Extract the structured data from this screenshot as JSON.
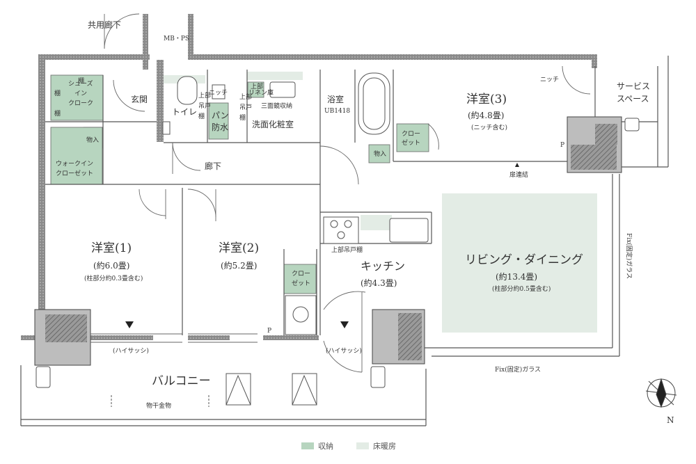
{
  "rooms": {
    "corridor_shared": "共用廊下",
    "mbps": "MB・PS",
    "genkan": "玄関",
    "shoes_cloak_1": "シューズ",
    "shoes_cloak_2": "イン",
    "shoes_cloak_3": "クローク",
    "tana_a": "棚",
    "tana_b": "棚",
    "tana_c": "棚",
    "monoire_1": "物入",
    "walkin_1": "ウォークイン",
    "walkin_2": "クローゼット",
    "toilet": "トイレ",
    "toilet_cab_1": "上部",
    "toilet_cab_2": "吊戸",
    "toilet_cab_3": "棚",
    "niche_wash": "ニッチ",
    "linen_1": "上部",
    "linen_2": "リネン庫",
    "pan_1": "パン",
    "pan_2": "防水",
    "wash_cab_1": "上部",
    "wash_cab_2": "吊戸",
    "wash_cab_3": "棚",
    "mirror_storage": "三面鏡収納",
    "washroom": "洗面化粧室",
    "bath": "浴室",
    "bath_unit": "UB1418",
    "rouka": "廊下",
    "monoire_2": "物入",
    "closet_3_a": "クロー",
    "closet_3_b": "ゼット",
    "room3_name": "洋室(3)",
    "room3_size": "(約4.8畳)",
    "room3_note": "(ニッチ含む)",
    "niche_room3": "ニッチ",
    "service_1": "サービス",
    "service_2": "スペース",
    "p_mark_1": "P",
    "p_mark_2": "P",
    "door_link": "扉連結",
    "room1_name": "洋室(1)",
    "room1_size": "(約6.0畳)",
    "room1_note": "(柱部分約0.3畳含む)",
    "room2_name": "洋室(2)",
    "room2_size": "(約5.2畳)",
    "closet_2_a": "クロー",
    "closet_2_b": "ゼット",
    "kitchen_cab": "上部吊戸棚",
    "kitchen_name": "キッチン",
    "kitchen_size": "(約4.3畳)",
    "living_name": "リビング・ダイニング",
    "living_size": "(約13.4畳)",
    "living_note": "(柱部分約0.5畳含む)",
    "fix_glass_v": "Fix(固定)ガラス",
    "fix_glass_h": "Fix(固定)ガラス",
    "high_sash_1": "(ハイサッシ)",
    "high_sash_2": "(ハイサッシ)",
    "balcony": "バルコニー",
    "drying_hardware": "物干金物",
    "compass_n": "N"
  },
  "legend": {
    "storage": "収納",
    "floor_heating": "床暖房"
  },
  "colors": {
    "storage": "#b7d5bf",
    "floor_heating": "#e3ece5",
    "wall": "#6b6b6b",
    "line": "#555555"
  }
}
